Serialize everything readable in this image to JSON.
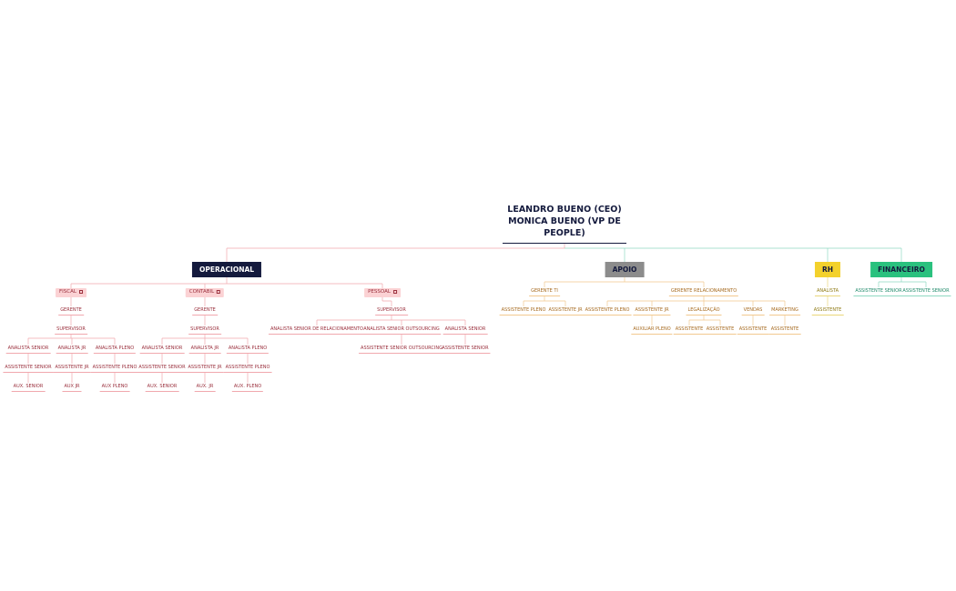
{
  "root": {
    "name": "LEANDRO BUENO (CEO) MONICA BUENO (VP DE PEOPLE)"
  },
  "departments": {
    "operacional": "OPERACIONAL",
    "apoio": "APOIO",
    "rh": "RH",
    "financeiro": "FINANCEIRO"
  },
  "operacional": {
    "fiscal": {
      "label": "FISCAL",
      "gerente": "GERENTE",
      "supervisor": "SUPERVISOR",
      "analista_senior": "ANALISTA SENIOR",
      "analista_jr": "ANALISTA JR",
      "analista_pleno": "ANALISTA PLENO",
      "assistente_senior": "ASSISTENTE SENIOR",
      "assistente_jr": "ASSISTENTE JR",
      "assistente_pleno": "ASSISTENTE PLENO",
      "aux_senior": "AUX. SENIOR",
      "aux_jr": "AUX JR",
      "aux_pleno": "AUX PLENO"
    },
    "contabil": {
      "label": "CONTABIL",
      "gerente": "GERENTE",
      "supervisor": "SUPERVISOR",
      "analista_senior": "ANALISTA SENIOR",
      "analista_jr": "ANALISTA JR",
      "analista_pleno": "ANALISTA PLENO",
      "assistente_senior": "ASSISTENTE SENIOR",
      "assistente_jr": "ASSISTENTE JR",
      "assistente_pleno": "ASSISTENTE PLENO",
      "aux_senior": "AUX. SENIOR",
      "aux_jr": "AUX. JR",
      "aux_pleno": "AUX. PLENO"
    },
    "pessoal": {
      "label": "PESSOAL",
      "supervisor": "SUPERVISOR",
      "analista_relacionamento": "ANALISTA SENIOR DE RELACIONAMENTO",
      "analista_outsourcing": "ANALISTA SENIOR OUTSOURCING",
      "analista_senior": "ANALISTA SENIOR",
      "assistente_outsourcing": "ASSISTENTE SENIOR OUTSOURCING",
      "assistente_senior": "ASSISTENTE SENIOR"
    }
  },
  "apoio": {
    "gerente_ti": "GERENTE TI",
    "ti_assistente_pleno": "ASSISTENTE PLENO",
    "ti_assistente_jr": "ASSISTENTE JR",
    "gerente_relacionamento": "GERENTE RELACIONAMENTO",
    "rel_assistente_pleno": "ASSISTENTE PLENO",
    "rel_assistente_jr": "ASSISTENTE JR",
    "auxiliar_pleno": "AUXILIAR PLENO",
    "legalizacao": "LEGALIZAÇÃO",
    "leg_assistente_1": "ASSISTENTE",
    "leg_assistente_2": "ASSISTENTE",
    "vendas": "VENDAS",
    "vendas_assistente": "ASSISTENTE",
    "marketing": "MARKETING",
    "marketing_assistente": "ASSISTENTE"
  },
  "rh": {
    "analista": "ANALISTA",
    "assistente": "ASSISTENTE"
  },
  "financeiro": {
    "assistente_senior_1": "ASSISTENTE SENIOR",
    "assistente_senior_2": "ASSISTENTE SENIOR"
  },
  "colors": {
    "operacional": "#f1a8ae",
    "apoio": "#f2c98f",
    "rh": "#ead77a",
    "financeiro": "#8fd9c2",
    "root_line_left": "#f1a8ae",
    "root_line_right": "#8fd9c2"
  },
  "icons": {
    "note": "note-icon"
  }
}
